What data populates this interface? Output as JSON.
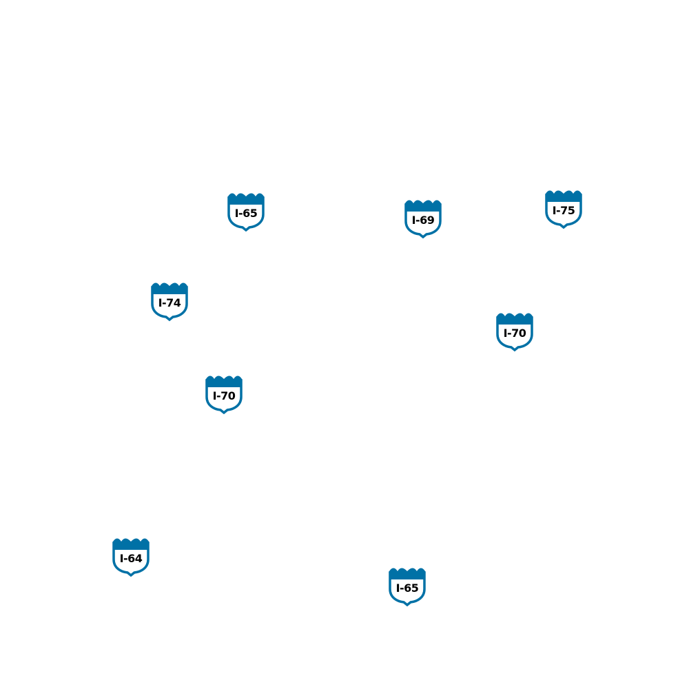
{
  "colors": {
    "shield_blue": "#0071a6",
    "shield_fill": "#ffffff",
    "label": "#000000"
  },
  "shields": [
    {
      "name": "I-65",
      "icon": "interstate-shield-icon"
    },
    {
      "name": "I-69",
      "icon": "interstate-shield-icon"
    },
    {
      "name": "I-75",
      "icon": "interstate-shield-icon"
    },
    {
      "name": "I-74",
      "icon": "interstate-shield-icon"
    },
    {
      "name": "I-70",
      "icon": "interstate-shield-icon"
    },
    {
      "name": "I-70",
      "icon": "interstate-shield-icon"
    },
    {
      "name": "I-64",
      "icon": "interstate-shield-icon"
    },
    {
      "name": "I-65",
      "icon": "interstate-shield-icon"
    }
  ]
}
